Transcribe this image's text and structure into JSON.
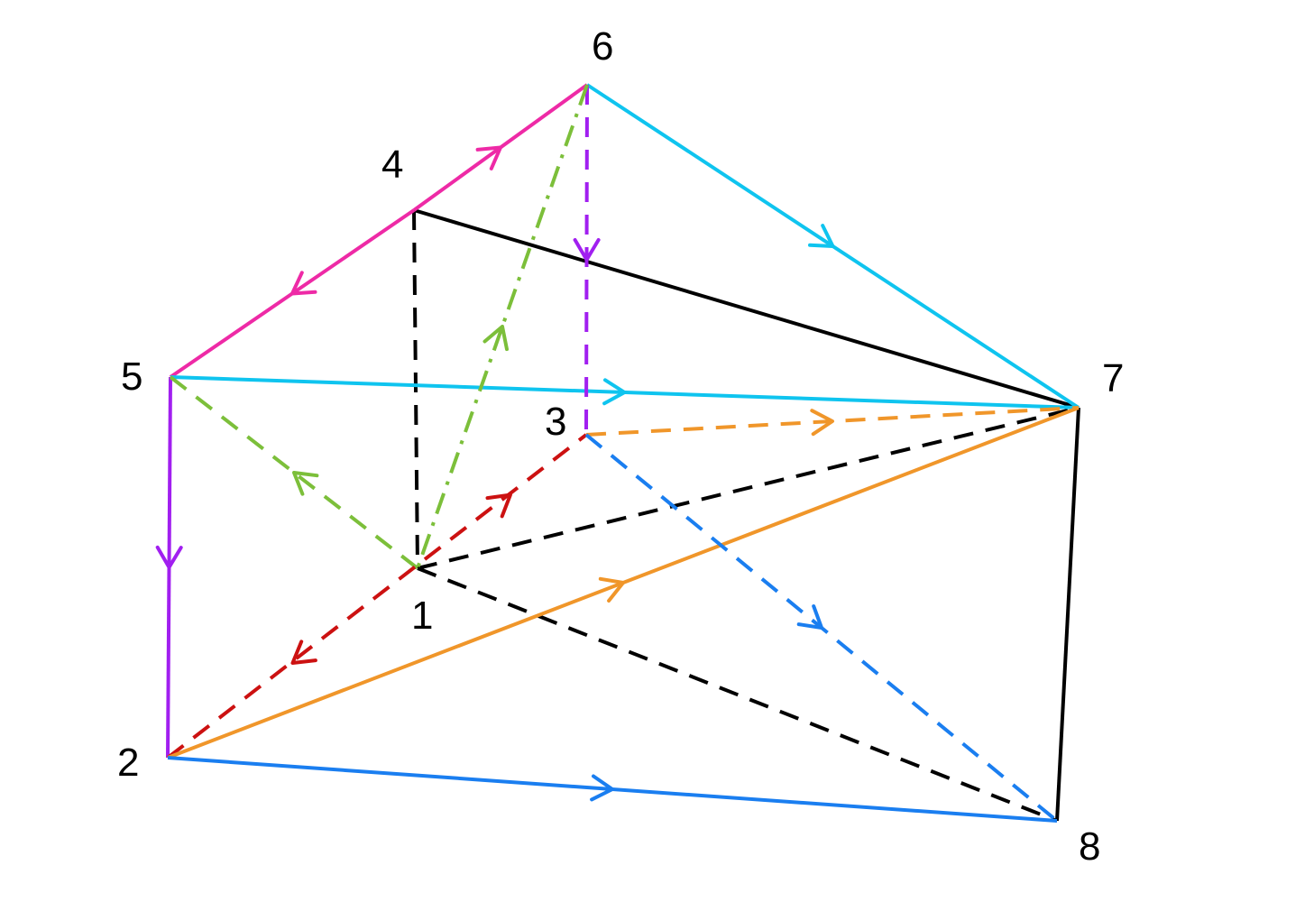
{
  "colors": {
    "black": "#000000",
    "magenta": "#ee2aa6",
    "cyan": "#0fc4ef",
    "purple": "#a11ff0",
    "green": "#7cbf3a",
    "red": "#cc1111",
    "orange": "#f0962a",
    "blue": "#1a7ef0"
  },
  "vertices": [
    {
      "id": "1",
      "label": "1"
    },
    {
      "id": "2",
      "label": "2"
    },
    {
      "id": "3",
      "label": "3"
    },
    {
      "id": "4",
      "label": "4"
    },
    {
      "id": "5",
      "label": "5"
    },
    {
      "id": "6",
      "label": "6"
    },
    {
      "id": "7",
      "label": "7"
    },
    {
      "id": "8",
      "label": "8"
    }
  ],
  "edges": [
    {
      "from": "4",
      "to": "7",
      "color": "black",
      "style": "solid",
      "arrow": "none"
    },
    {
      "from": "7",
      "to": "8",
      "color": "black",
      "style": "solid",
      "arrow": "none"
    },
    {
      "from": "4",
      "to": "1",
      "color": "black",
      "style": "dashed",
      "arrow": "none"
    },
    {
      "from": "1",
      "to": "7",
      "color": "black",
      "style": "dashed",
      "arrow": "none"
    },
    {
      "from": "1",
      "to": "8",
      "color": "black",
      "style": "dashed",
      "arrow": "none"
    },
    {
      "from": "5",
      "to": "4",
      "color": "magenta",
      "style": "solid",
      "arrow": "toward-from"
    },
    {
      "from": "4",
      "to": "6",
      "color": "magenta",
      "style": "solid",
      "arrow": "forward"
    },
    {
      "from": "6",
      "to": "7",
      "color": "cyan",
      "style": "solid",
      "arrow": "forward"
    },
    {
      "from": "5",
      "to": "7",
      "color": "cyan",
      "style": "solid",
      "arrow": "forward"
    },
    {
      "from": "5",
      "to": "2",
      "color": "purple",
      "style": "solid",
      "arrow": "forward"
    },
    {
      "from": "6",
      "to": "3",
      "color": "purple",
      "style": "dashed",
      "arrow": "forward"
    },
    {
      "from": "6",
      "to": "1",
      "color": "green",
      "style": "dashdot",
      "arrow": "toward-from"
    },
    {
      "from": "5",
      "to": "1",
      "color": "green",
      "style": "dashed",
      "arrow": "toward-from"
    },
    {
      "from": "2",
      "to": "3",
      "color": "red",
      "style": "dashed",
      "arrow": "both-away-from-1"
    },
    {
      "from": "3",
      "to": "7",
      "color": "orange",
      "style": "dashed",
      "arrow": "forward"
    },
    {
      "from": "2",
      "to": "7",
      "color": "orange",
      "style": "solid",
      "arrow": "forward"
    },
    {
      "from": "3",
      "to": "8",
      "color": "blue",
      "style": "dashed",
      "arrow": "forward"
    },
    {
      "from": "2",
      "to": "8",
      "color": "blue",
      "style": "solid",
      "arrow": "forward"
    }
  ]
}
